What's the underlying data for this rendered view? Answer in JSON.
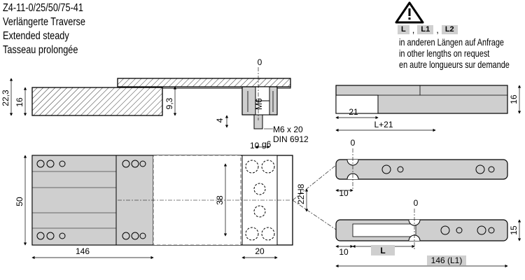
{
  "title": {
    "code": "Z4-11-0/25/50/75-41",
    "de": "Verlängerte Traverse",
    "en": "Extended steady",
    "fr": "Tasseau prolongée"
  },
  "notice": {
    "icon": "warning-triangle-icon",
    "chips": [
      "L",
      "L1",
      "L2"
    ],
    "separator": ",",
    "lines": [
      "in anderen Längen auf Anfrage",
      "in other lengths on request",
      "en autre longueurs sur demande"
    ]
  },
  "dimensions": {
    "side_total_h": "22,3",
    "side_base_h": "16",
    "side_offset": "9,3",
    "side_step": "4",
    "zero_top": "0",
    "bolt_thread": "M6",
    "screw_line1": "M6 x 20",
    "screw_line2": "DIN 6912",
    "plan_slot_w": "10",
    "plan_slot_fit": "g6",
    "plan_width": "50",
    "plan_inner": "38",
    "plan_pin": "22",
    "plan_pin_fit": "H8",
    "plan_length": "146",
    "plan_block": "20",
    "right_height": "16",
    "right_offset": "21",
    "right_length": "L+21",
    "detail_zero_a": "0",
    "detail_zero_b": "0",
    "detail_slot_a": "10",
    "detail_slot_b": "10",
    "detail_L": "L",
    "detail_total": "146 (L1)",
    "detail_width": "15"
  },
  "colors": {
    "part_fill": "#cfcfcf",
    "hatch": "#000000",
    "chip_fill": "#cfcfcf"
  }
}
